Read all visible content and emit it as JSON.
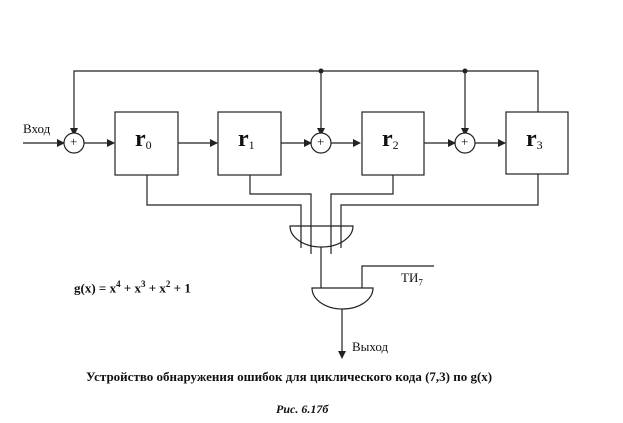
{
  "labels": {
    "input": "Вход",
    "output": "Выход",
    "clock_main": "ТИ",
    "clock_sub": "7"
  },
  "registers": [
    {
      "name": "r",
      "index": "0"
    },
    {
      "name": "r",
      "index": "1"
    },
    {
      "name": "r",
      "index": "2"
    },
    {
      "name": "r",
      "index": "3"
    }
  ],
  "adder_symbol": "+",
  "polynomial": {
    "lhs": "g(x) = x",
    "p1": "4",
    "t2": " + x",
    "p2": "3",
    "t3": " + x",
    "p3": "2",
    "t4": " + 1"
  },
  "caption": "Устройство обнаружения ошибок для циклического кода (7,3) по g(x)",
  "figure_label": "Рис. 6.17б"
}
